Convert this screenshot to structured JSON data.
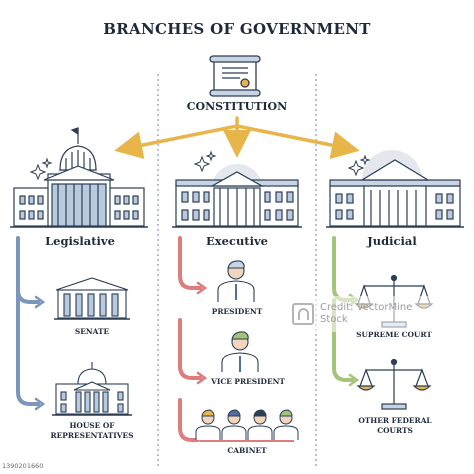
{
  "title": "BRANCHES OF GOVERNMENT",
  "constitution": "CONSTITUTION",
  "branches": {
    "legislative": {
      "label": "Legislative",
      "children": [
        "SENATE",
        "HOUSE OF REPRESENTATIVES"
      ]
    },
    "executive": {
      "label": "Executive",
      "children": [
        "PRESIDENT",
        "VICE PRESIDENT",
        "CABINET"
      ]
    },
    "judicial": {
      "label": "Judicial",
      "children": [
        "SUPREME COURT",
        "OTHER FEDERAL COURTS"
      ]
    }
  },
  "watermark": {
    "line1": "Credit: VectorMine",
    "line2": "Stock"
  },
  "credit_id": "1390201660",
  "colors": {
    "legislative": "#7b96b8",
    "executive": "#dd7d7d",
    "judicial": "#a4c47a",
    "constitution_arrow": "#e8b54a",
    "outline": "#2c3e55",
    "building_fill": "#ffffff",
    "window_fill": "#b9c9de"
  }
}
